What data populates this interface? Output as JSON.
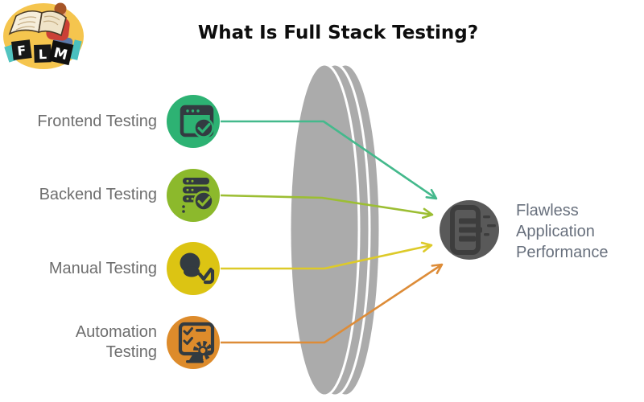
{
  "header": {
    "title": "What Is Full Stack Testing?"
  },
  "logo": {
    "letters": [
      "F",
      "L",
      "M"
    ]
  },
  "items": [
    {
      "label": "Frontend Testing",
      "color": "#2db273",
      "line_color": "#44b98c",
      "icon": "browser-check-icon"
    },
    {
      "label": "Backend Testing",
      "color": "#8cb92c",
      "line_color": "#9cbe33",
      "icon": "server-check-icon"
    },
    {
      "label": "Manual Testing",
      "color": "#dcc413",
      "line_color": "#ddca29",
      "icon": "person-check-icon"
    },
    {
      "label": "Automation Testing",
      "color": "#dd8b2b",
      "line_color": "#dd8c38",
      "icon": "checklist-gear-icon"
    }
  ],
  "lens": {
    "color": "#ababab"
  },
  "result": {
    "label": "Flawless Application Performance",
    "circle_color": "#595959",
    "icon": "fast-app-icon"
  }
}
